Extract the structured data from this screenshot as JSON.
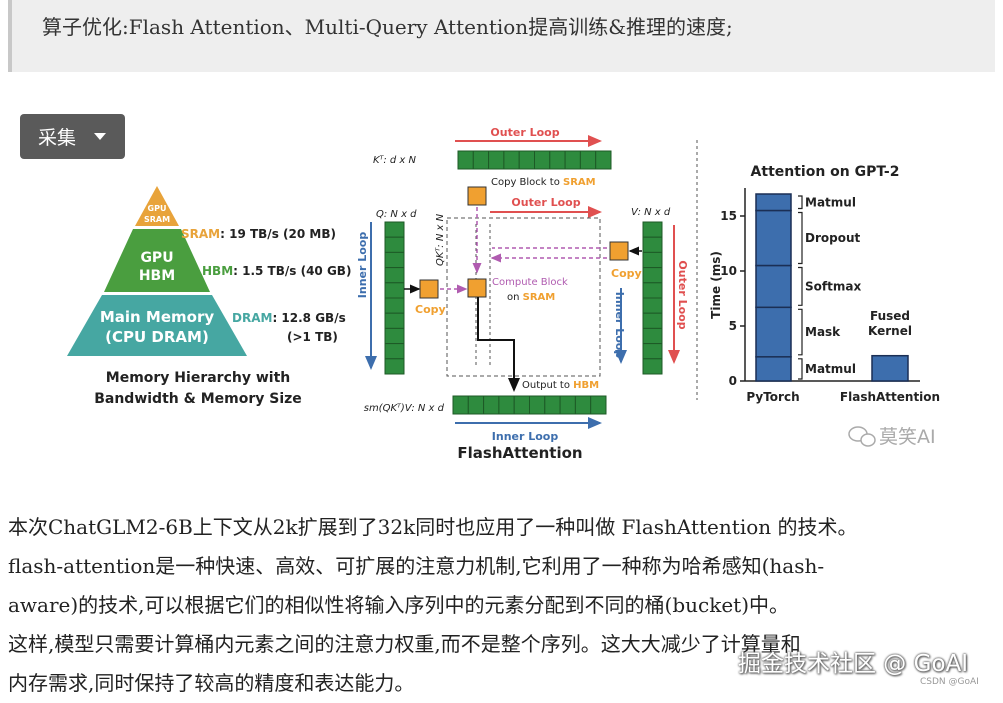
{
  "quote": {
    "text": "算子优化:Flash Attention、Multi-Query Attention提高训练&推理的速度;"
  },
  "collect_button": {
    "label": "采集"
  },
  "figure": {
    "pyramid": {
      "tiers": [
        {
          "name": "GPU SRAM",
          "line1": "GPU",
          "line2": "SRAM",
          "color": "#e8a33a",
          "spec_name": "SRAM",
          "spec_rest": ": 19 TB/s (20 MB)",
          "spec_extra": ""
        },
        {
          "name": "GPU HBM",
          "line1": "GPU",
          "line2": "HBM",
          "color": "#4a9e3f",
          "spec_name": "HBM",
          "spec_rest": ": 1.5 TB/s (40 GB)",
          "spec_extra": ""
        },
        {
          "name": "Main Memory (CPU DRAM)",
          "line1": "Main Memory",
          "line2": "(CPU DRAM)",
          "color": "#46a7a2",
          "spec_name": "DRAM",
          "spec_rest": ": 12.8 GB/s",
          "spec_extra": "(>1 TB)"
        }
      ],
      "caption_line1": "Memory Hierarchy with",
      "caption_line2": "Bandwidth & Memory Size"
    },
    "flash": {
      "outer_loop_top": "Outer Loop",
      "outer_loop_mid": "Outer Loop",
      "kt_label": "Kᵀ: d x N",
      "copy_block": "Copy Block to ",
      "copy_block_hl": "SRAM",
      "q_label": "Q: N x d",
      "v_label": "V: N x d",
      "qkt_label": "QKᵀ: N x N",
      "compute_line1": "Compute Block",
      "compute_line2a": "on ",
      "compute_line2b": "SRAM",
      "copy_left": "Copy",
      "copy_right": "Copy",
      "inner_loop_left": "Inner Loop",
      "inner_loop_right": "Inner Loop",
      "outer_loop_right": "Outer Loop",
      "output_to": "Output to ",
      "output_hl": "HBM",
      "sm_label": "sm(QKᵀ)V: N x d",
      "inner_loop_bottom": "Inner Loop",
      "title": "FlashAttention"
    },
    "watermark_fig": "莫笑AI",
    "colors": {
      "orange": "#f0a030",
      "green": "#2e8b3e",
      "blue": "#3d6ead",
      "red": "#e05050",
      "purple": "#b05cb0"
    }
  },
  "chart_data": {
    "type": "bar",
    "title": "Attention on GPT-2",
    "ylabel": "Time (ms)",
    "ylim": [
      0,
      17
    ],
    "yticks": [
      "0",
      "5",
      "10",
      "15"
    ],
    "categories": [
      "PyTorch",
      "FlashAttention"
    ],
    "series": [
      {
        "name": "Matmul",
        "values": [
          2.2,
          0
        ]
      },
      {
        "name": "Mask",
        "values": [
          4.5,
          0
        ]
      },
      {
        "name": "Softmax",
        "values": [
          3.8,
          0
        ]
      },
      {
        "name": "Dropout",
        "values": [
          5.0,
          0
        ]
      },
      {
        "name": "Matmul",
        "values": [
          1.5,
          0
        ]
      },
      {
        "name": "Fused Kernel",
        "values": [
          0,
          2.3
        ]
      }
    ],
    "fused_label_line1": "Fused",
    "fused_label_line2": "Kernel",
    "bar_color": "#3d6ead"
  },
  "paragraph": {
    "lines": [
      "本次ChatGLM2-6B上下文从2k扩展到了32k同时也应用了一种叫做 FlashAttention 的技术。",
      "flash-attention是一种快速、高效、可扩展的注意力机制,它利用了一种称为哈希感知(hash-",
      "aware)的技术,可以根据它们的相似性将输入序列中的元素分配到不同的桶(bucket)中。",
      "这样,模型只需要计算桶内元素之间的注意力权重,而不是整个序列。这大大减少了计算量和",
      "内存需求,同时保持了较高的精度和表达能力。"
    ]
  },
  "watermark": {
    "text": "掘金技术社区 @ GoAI",
    "small": "CSDN @GoAI"
  }
}
